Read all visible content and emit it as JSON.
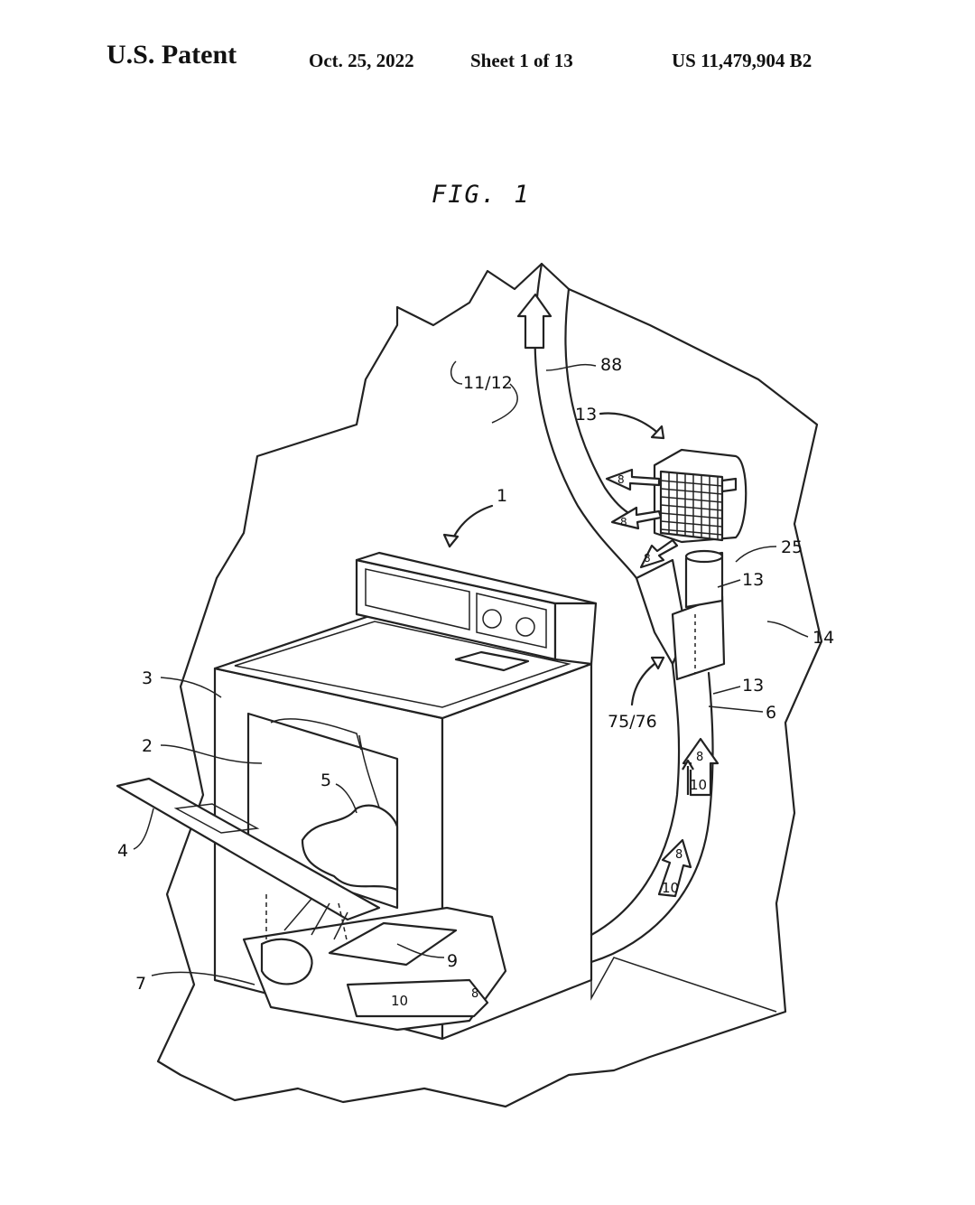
{
  "header": {
    "left": "U.S. Patent",
    "date": "Oct. 25, 2022",
    "sheet": "Sheet 1 of 13",
    "number": "US 11,479,904 B2"
  },
  "figure": {
    "title": "FIG. 1",
    "labels": {
      "r1": "1",
      "r2": "2",
      "r3": "3",
      "r4": "4",
      "r5": "5",
      "r6": "6",
      "r7": "7",
      "r9": "9",
      "r13a": "13",
      "r13b": "13",
      "r13c": "13",
      "r14": "14",
      "r25": "25",
      "r88": "88",
      "r1112": "11/12",
      "r7576": "75/76",
      "arrow10a": "10",
      "arrow10b": "10",
      "arrow10c": "10",
      "arrow8a": "8",
      "arrow8b": "8",
      "arrow8c": "8",
      "arrow8d": "8",
      "arrow8e": "8",
      "arrow8f": "8"
    }
  }
}
